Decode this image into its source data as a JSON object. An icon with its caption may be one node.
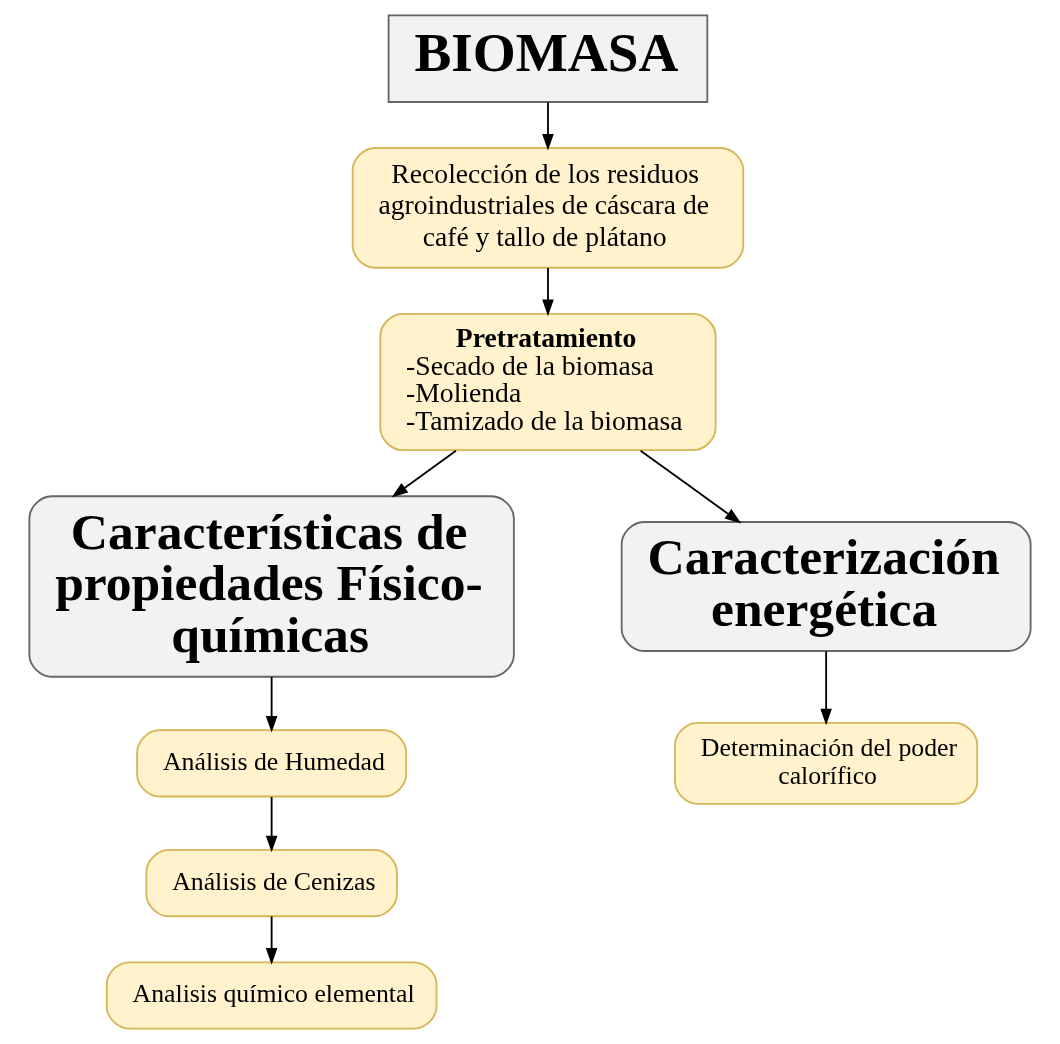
{
  "diagram": {
    "nodes": [
      {
        "text": [
          "BIOMASA"
        ]
      },
      {
        "text": [
          "Recolección de los residuos agroindustriales de cáscara de café y tallo de plátano"
        ]
      },
      {
        "text": [
          "Pretratamiento",
          "-Secado de la biomasa",
          "-Molienda",
          "-Tamizado de la biomasa"
        ]
      },
      {
        "text": [
          "Características de propiedades Físico-químicas"
        ]
      },
      {
        "text": [
          "Caracterización energética"
        ]
      },
      {
        "text": [
          "Análisis de Humedad"
        ]
      },
      {
        "text": [
          "Análisis de Cenizas"
        ]
      },
      {
        "text": [
          "Analisis químico elemental"
        ]
      },
      {
        "text": [
          "Determinación del poder calorífico"
        ]
      }
    ],
    "edges": [
      {
        "from": 0,
        "to": 1,
        "arrow": "to"
      },
      {
        "from": 1,
        "to": 2,
        "arrow": "to"
      },
      {
        "from": 2,
        "to": 3,
        "arrow": "to"
      },
      {
        "from": 2,
        "to": 4,
        "arrow": "to"
      },
      {
        "from": 3,
        "to": 5,
        "arrow": "to"
      },
      {
        "from": 5,
        "to": 6,
        "arrow": "to"
      },
      {
        "from": 6,
        "to": 7,
        "arrow": "to"
      },
      {
        "from": 4,
        "to": 8,
        "arrow": "to"
      }
    ]
  }
}
